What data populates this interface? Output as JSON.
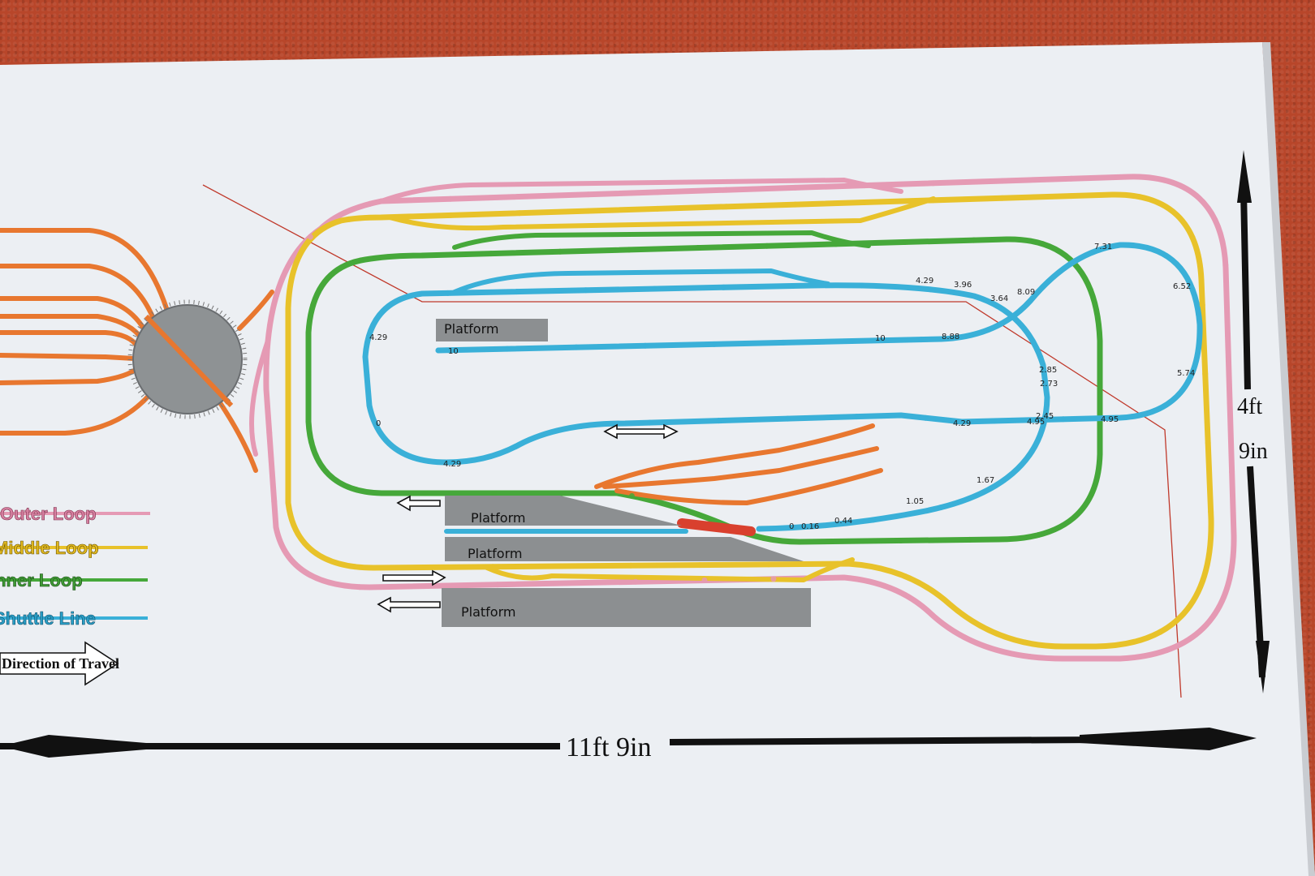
{
  "colors": {
    "outer_loop": "#e59ab4",
    "middle_loop": "#e8c22a",
    "inner_loop": "#46a83a",
    "shuttle_line": "#3ab0d8",
    "yard": "#e8772f",
    "junction": "#d9402e",
    "platform": "#8c8f91",
    "paper": "#eceff3"
  },
  "legend": {
    "items": [
      {
        "label": "Outer Loop",
        "color": "#e59ab4"
      },
      {
        "label": "Middle Loop",
        "color": "#e8c22a"
      },
      {
        "label": "Inner Loop",
        "color": "#46a83a"
      },
      {
        "label": "Shuttle Line",
        "color": "#3ab0d8"
      }
    ],
    "direction_label": "Direction of Travel"
  },
  "platforms": [
    {
      "label": "Platform"
    },
    {
      "label": "Platform"
    },
    {
      "label": "Platform"
    },
    {
      "label": "Platform"
    }
  ],
  "dimensions": {
    "width_label": "11ft 9in",
    "height_line1": "4ft",
    "height_line2": "9in"
  },
  "shuttle_markers": [
    "4.29",
    "3.96",
    "3.64",
    "8.09",
    "7.31",
    "6.52",
    "5.74",
    "4.95",
    "4.29",
    "4.95",
    "2.45",
    "2.85",
    "2.73",
    "10",
    "8.88",
    "10",
    "4.29",
    "0",
    "4.29",
    "1.67",
    "1.05",
    "0.44",
    "0.16",
    "0"
  ],
  "icons": [
    "turntable-icon",
    "direction-arrow-icon",
    "dimension-arrow-icon"
  ]
}
